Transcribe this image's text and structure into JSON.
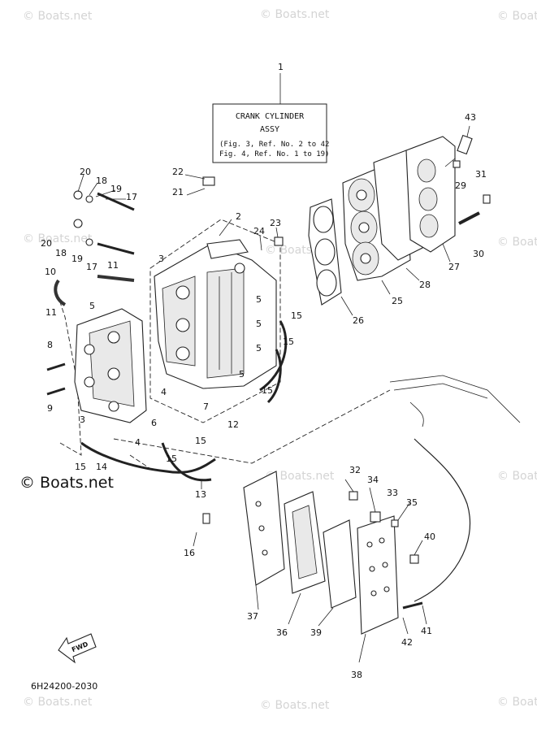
{
  "assembly_box": {
    "title": "CRANK CYLINDER",
    "subtitle": "ASSY",
    "ref_line_1": "(Fig. 3, Ref. No. 2 to 42",
    "ref_line_2": " Fig. 4, Ref. No. 1 to 19)"
  },
  "diagram_code": "6H24200-2030",
  "fwd_label": "FWD",
  "watermark": {
    "small_text": "© Boats.net",
    "large_text": "© Boats.net"
  },
  "callouts": [
    "1",
    "2",
    "3",
    "4",
    "5",
    "6",
    "7",
    "8",
    "9",
    "10",
    "11",
    "12",
    "13",
    "14",
    "15",
    "16",
    "17",
    "18",
    "19",
    "20",
    "21",
    "22",
    "23",
    "24",
    "25",
    "26",
    "27",
    "28",
    "29",
    "30",
    "31",
    "32",
    "33",
    "34",
    "35",
    "36",
    "37",
    "38",
    "39",
    "40",
    "41",
    "42",
    "43"
  ],
  "callout_labels": {
    "c1": "1",
    "c2": "2",
    "c3a": "3",
    "c3b": "3",
    "c4a": "4",
    "c4b": "4",
    "c5a": "5",
    "c5b": "5",
    "c5c": "5",
    "c5d": "5",
    "c5e": "5",
    "c6": "6",
    "c7": "7",
    "c8": "8",
    "c9": "9",
    "c10": "10",
    "c11a": "11",
    "c11b": "11",
    "c12": "12",
    "c13": "13",
    "c14": "14",
    "c15a": "15",
    "c15b": "15",
    "c15c": "15",
    "c15d": "15",
    "c15e": "15",
    "c15f": "15",
    "c16": "16",
    "c17a": "17",
    "c17b": "17",
    "c18a": "18",
    "c18b": "18",
    "c19a": "19",
    "c19b": "19",
    "c20a": "20",
    "c20b": "20",
    "c21": "21",
    "c22": "22",
    "c23": "23",
    "c24": "24",
    "c25": "25",
    "c26": "26",
    "c27": "27",
    "c28": "28",
    "c29": "29",
    "c30": "30",
    "c31": "31",
    "c32": "32",
    "c33": "33",
    "c34": "34",
    "c35": "35",
    "c36": "36",
    "c37": "37",
    "c38": "38",
    "c39": "39",
    "c40": "40",
    "c41": "41",
    "c42": "42",
    "c43": "43"
  }
}
